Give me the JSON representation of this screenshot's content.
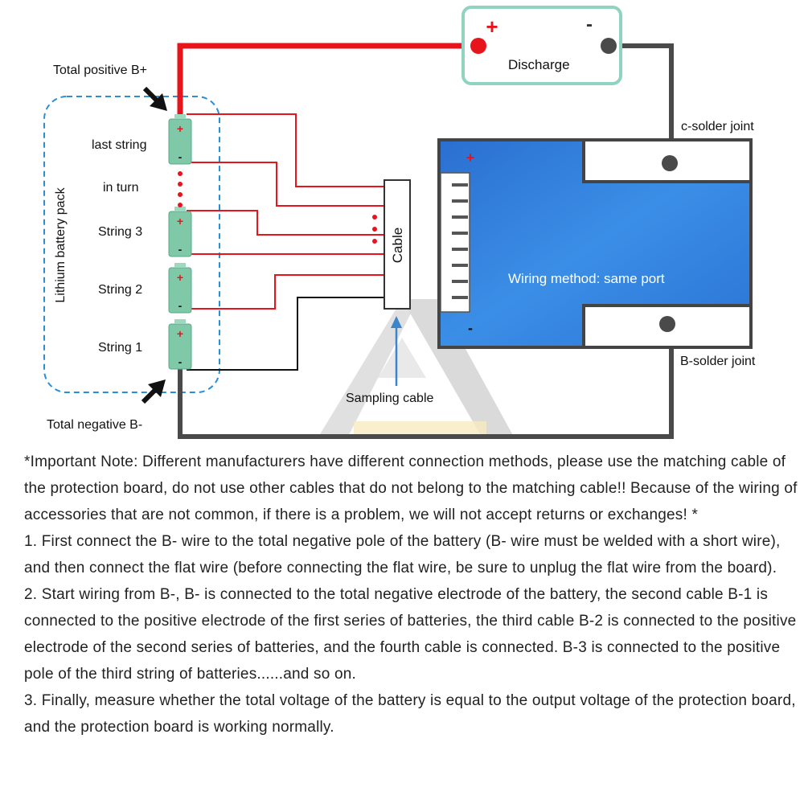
{
  "diagram": {
    "labels": {
      "total_positive": "Total positive B+",
      "total_negative": "Total negative B-",
      "pack": "Lithium battery pack",
      "last_string": "last string",
      "in_turn": "in turn",
      "string3": "String 3",
      "string2": "String 2",
      "string1": "String 1",
      "discharge": "Discharge",
      "plus": "+",
      "minus": "-",
      "cable": "Cable",
      "sampling_cable": "Sampling cable",
      "c_solder": "c-solder joint",
      "b_solder": "B-solder joint",
      "wiring_method": "Wiring method: same port"
    },
    "colors": {
      "positive_wire": "#e8141c",
      "negative_wire": "#4a4a4a",
      "sampling_wire": "#e8141c",
      "board_blue": "#2e7ddb",
      "discharge_border": "#8fd3c0",
      "pack_border": "#2b8fd6",
      "cell_fill": "#7fc9a8",
      "arrow_blue": "#3a86c8"
    }
  },
  "notes": {
    "important": "*Important Note: Different manufacturers have different connection methods, please use the matching cable of the protection board, do not use other cables that do not belong to the matching cable!! Because of the wiring of accessories that are not common, if there is a problem, we will not accept returns or exchanges! *",
    "step1": "1. First connect the B- wire to the total negative pole of the battery (B- wire must be welded with a short wire), and then connect the flat wire (before connecting the flat wire, be sure to unplug the flat wire from the board).",
    "step2": "2. Start wiring from B-, B- is connected to the total negative electrode of the battery, the second cable B-1 is connected to the positive electrode of the first series of batteries, the third cable B-2 is connected to the positive electrode of the second series of batteries, and the fourth cable is connected. B-3 is connected to the positive pole of the third string of batteries......and so on.",
    "step3": "3. Finally, measure whether the total voltage of the battery is equal to the output voltage of the protection board, and the protection board is working normally."
  }
}
